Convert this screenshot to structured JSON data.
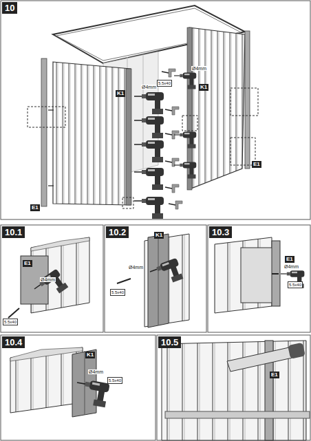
{
  "diagram": {
    "labels": [
      "10",
      "Ø4mm",
      "5.5x40",
      "Ø4mm",
      "K1",
      "K1",
      "E1",
      "E1",
      "10.1",
      "E1",
      "Ø4mm",
      "5.5x40",
      "10.2",
      "K1",
      "Ø4mm",
      "5.5x40",
      "10.3",
      "E1",
      "Ø4mm",
      "5.5x40",
      "10.4",
      "K1",
      "Ø4mm",
      "5.5x40",
      "10.5",
      "E1"
    ]
  }
}
